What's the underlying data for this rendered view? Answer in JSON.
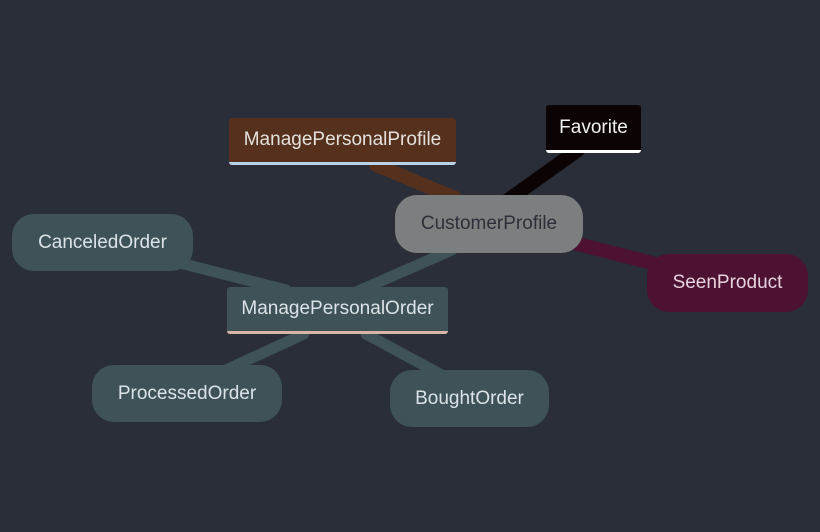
{
  "colors": {
    "background": "#292e39",
    "order_branch": "#3e5257",
    "profile_branch": "#55301d",
    "favorite_branch": "#0b0304",
    "seen_branch": "#4d1231",
    "center_node": "#7c7f80"
  },
  "nodes": {
    "center": "CustomerProfile",
    "manage_profile": "ManagePersonalProfile",
    "favorite": "Favorite",
    "seen_product": "SeenProduct",
    "manage_order": "ManagePersonalOrder",
    "canceled_order": "CanceledOrder",
    "processed_order": "ProcessedOrder",
    "bought_order": "BoughtOrder"
  }
}
